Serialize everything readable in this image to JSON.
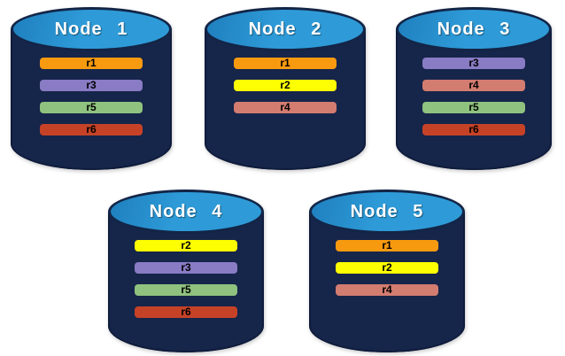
{
  "canvas": {
    "background": "#FFFFFF"
  },
  "palette": {
    "cylinder_body": "#16254A",
    "cylinder_outline": "#0F1C3C",
    "cylinder_top": "#2E9BD8",
    "title_text": "#FFFFFF",
    "bar_text": "#000000",
    "replicas": {
      "r1": "#F89A10",
      "r2": "#FDFE02",
      "r3": "#897BC4",
      "r4": "#D37C70",
      "r5": "#8FC27E",
      "r6": "#C64227"
    }
  },
  "nodes": [
    {
      "id": "node-1",
      "title": "Node 1",
      "replicas": [
        "r1",
        "r3",
        "r5",
        "r6"
      ]
    },
    {
      "id": "node-2",
      "title": "Node 2",
      "replicas": [
        "r1",
        "r2",
        "r4"
      ]
    },
    {
      "id": "node-3",
      "title": "Node 3",
      "replicas": [
        "r3",
        "r4",
        "r5",
        "r6"
      ]
    },
    {
      "id": "node-4",
      "title": "Node 4",
      "replicas": [
        "r2",
        "r3",
        "r5",
        "r6"
      ]
    },
    {
      "id": "node-5",
      "title": "Node 5",
      "replicas": [
        "r1",
        "r2",
        "r4"
      ]
    }
  ]
}
